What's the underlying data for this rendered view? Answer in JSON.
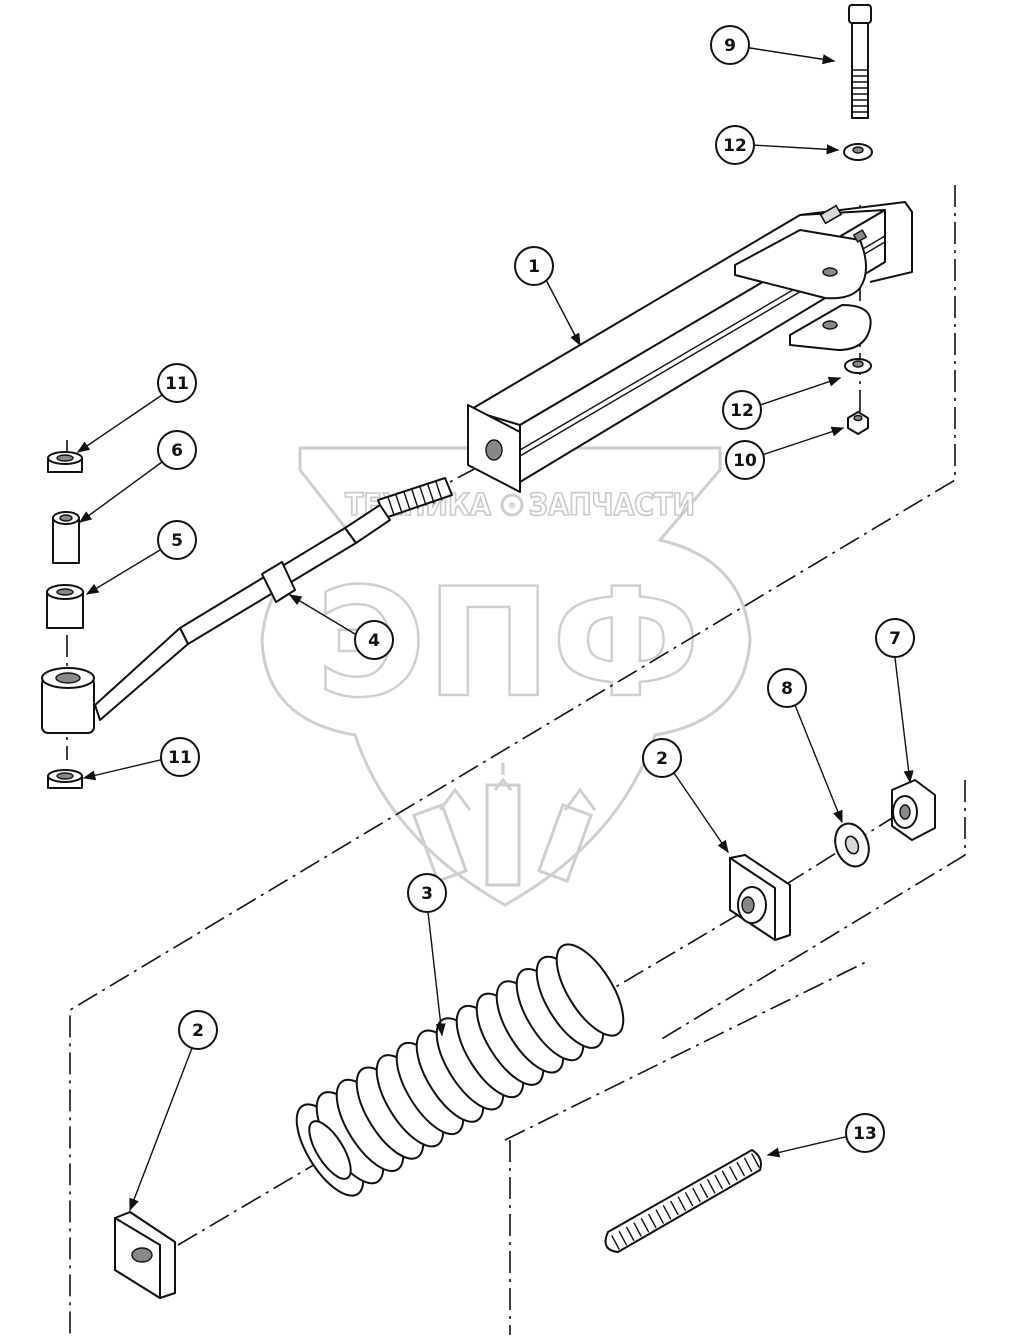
{
  "watermark": {
    "brand_letters": "ЭПФ",
    "word_left": "ТЕХНИКА",
    "word_right": "ЗАПЧАСТИ",
    "color": "#c9c9c9"
  },
  "callouts": {
    "c1": "1",
    "c2a": "2",
    "c2b": "2",
    "c3": "3",
    "c4": "4",
    "c5": "5",
    "c6": "6",
    "c7": "7",
    "c8": "8",
    "c9": "9",
    "c10": "10",
    "c11a": "11",
    "c11b": "11",
    "c12a": "12",
    "c12b": "12",
    "c13": "13"
  },
  "colors": {
    "line": "#111111",
    "background": "#ffffff"
  }
}
